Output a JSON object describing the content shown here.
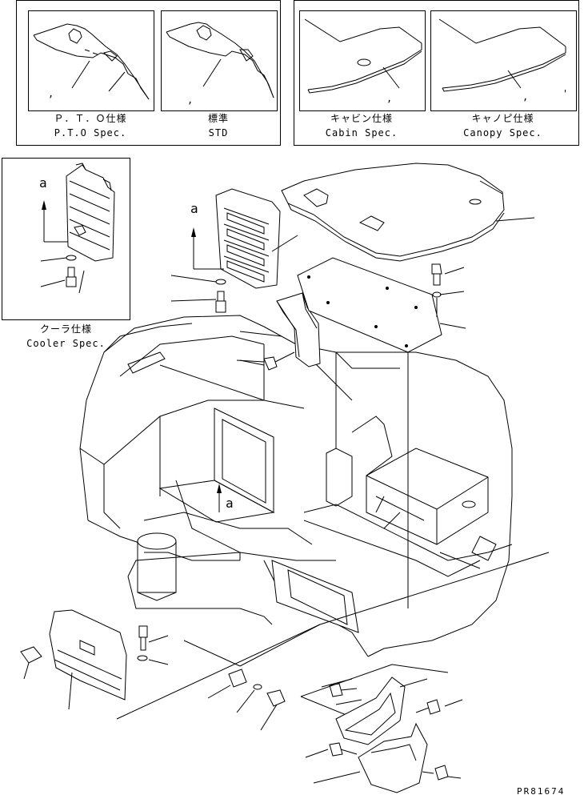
{
  "insets": {
    "pto": {
      "caption_jp": "Ｐ．Ｔ．Ｏ仕様",
      "caption_en": "P.T.O Spec."
    },
    "std": {
      "caption_jp": "標準",
      "caption_en": "STD"
    },
    "cabin": {
      "caption_jp": "キャビン仕様",
      "caption_en": "Cabin Spec."
    },
    "canopy": {
      "caption_jp": "キャノピ仕様",
      "caption_en": "Canopy Spec."
    },
    "cooler": {
      "caption_jp": "クーラ仕様",
      "caption_en": "Cooler Spec.",
      "view_marker": "a"
    }
  },
  "main": {
    "view_marker": "a",
    "drawing_number": "PR81674"
  }
}
